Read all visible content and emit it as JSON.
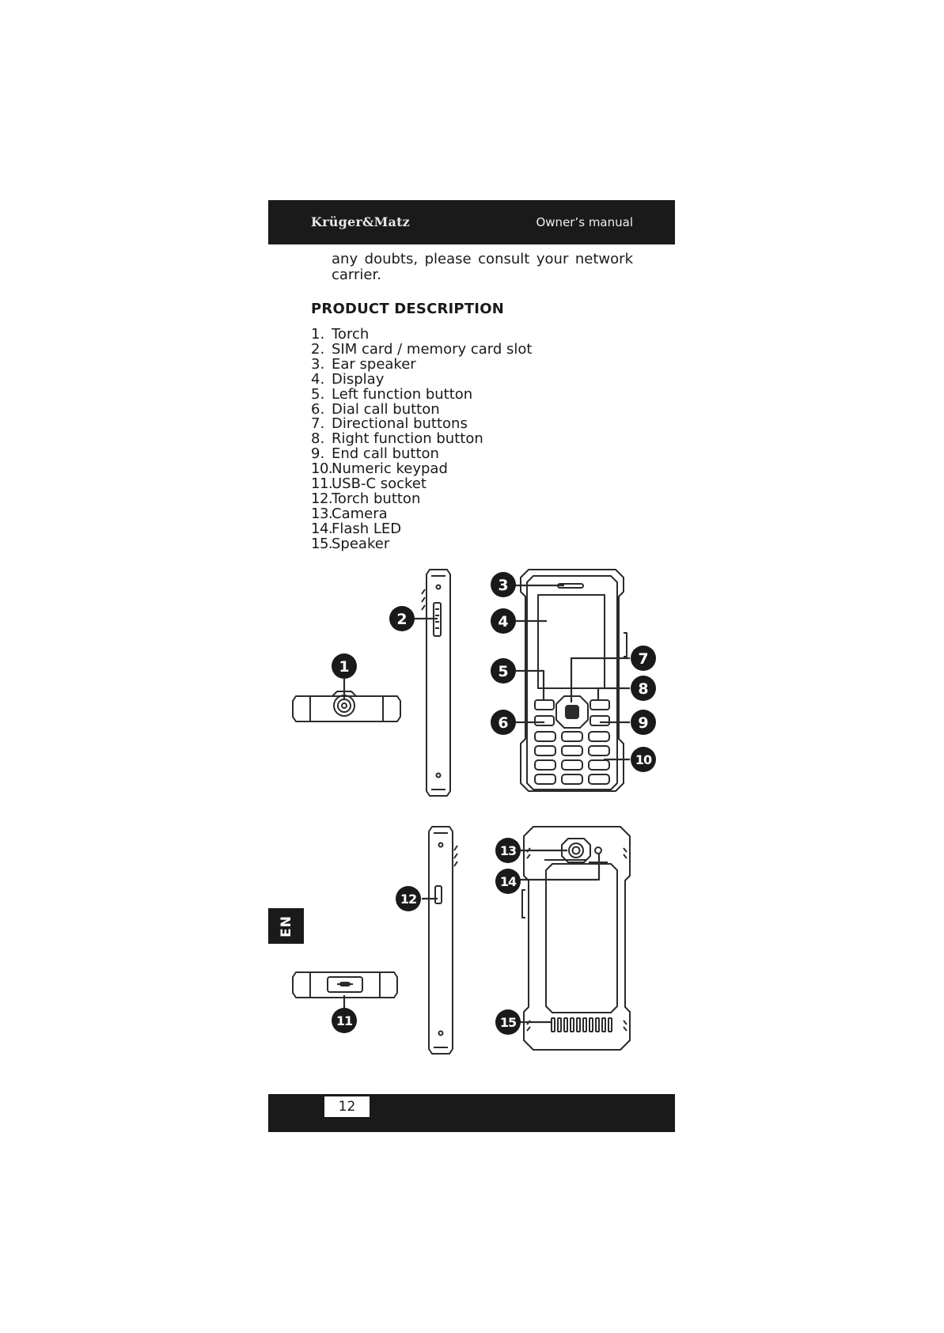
{
  "header": {
    "brand": "Krüger&Matz",
    "title": "Owner’s manual"
  },
  "intro": {
    "line1": "any doubts, please consult your network",
    "line2": "carrier."
  },
  "section_title": "PRODUCT DESCRIPTION",
  "parts": [
    {
      "num": "1.",
      "label": "Torch"
    },
    {
      "num": "2.",
      "label": "SIM card / memory card slot"
    },
    {
      "num": "3.",
      "label": "Ear speaker"
    },
    {
      "num": "4.",
      "label": "Display"
    },
    {
      "num": "5.",
      "label": "Left function button"
    },
    {
      "num": "6.",
      "label": "Dial call button"
    },
    {
      "num": "7.",
      "label": "Directional buttons"
    },
    {
      "num": "8.",
      "label": "Right function button"
    },
    {
      "num": "9.",
      "label": "End call button"
    },
    {
      "num": "10.",
      "label": "Numeric keypad"
    },
    {
      "num": "11.",
      "label": "USB-C socket"
    },
    {
      "num": "12.",
      "label": "Torch button"
    },
    {
      "num": "13.",
      "label": "Camera"
    },
    {
      "num": "14.",
      "label": "Flash LED"
    },
    {
      "num": "15.",
      "label": "Speaker"
    }
  ],
  "callouts": [
    "1",
    "2",
    "3",
    "4",
    "5",
    "6",
    "7",
    "8",
    "9",
    "10",
    "11",
    "12",
    "13",
    "14",
    "15"
  ],
  "language_tab": "EN",
  "footer": {
    "page_number": "12"
  },
  "colors": {
    "dark": "#1a1a1a",
    "line": "#2b2b2b"
  }
}
